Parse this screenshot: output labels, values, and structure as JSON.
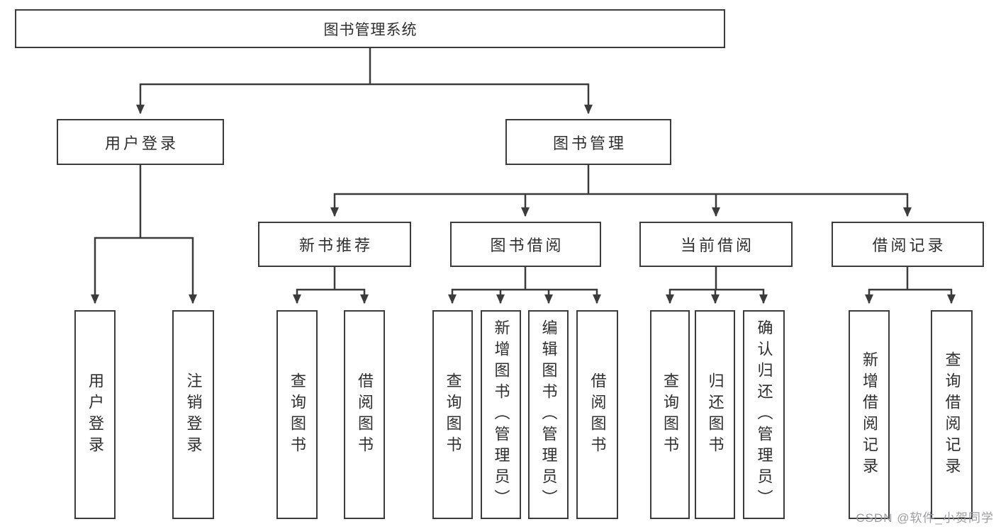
{
  "diagram": {
    "tree": {
      "root": {
        "label": "图书管理系统",
        "children": [
          {
            "label": "用户登录",
            "children": [
              {
                "label": "用户登录"
              },
              {
                "label": "注销登录"
              }
            ]
          },
          {
            "label": "图书管理",
            "children": [
              {
                "label": "新书推荐",
                "children": [
                  {
                    "label": "查询图书"
                  },
                  {
                    "label": "借阅图书"
                  }
                ]
              },
              {
                "label": "图书借阅",
                "children": [
                  {
                    "label": "查询图书"
                  },
                  {
                    "label": "新增图书（管理员）"
                  },
                  {
                    "label": "编辑图书（管理员）"
                  },
                  {
                    "label": "借阅图书"
                  }
                ]
              },
              {
                "label": "当前借阅",
                "children": [
                  {
                    "label": "查询图书"
                  },
                  {
                    "label": "归还图书"
                  },
                  {
                    "label": "确认归还（管理员）"
                  }
                ]
              },
              {
                "label": "借阅记录",
                "children": [
                  {
                    "label": "新增借阅记录"
                  },
                  {
                    "label": "查询借阅记录"
                  }
                ]
              }
            ]
          }
        ]
      }
    },
    "watermark": {
      "text": "CSDN @软件_小贺同学"
    },
    "colors": {
      "line": "#3b3b3b",
      "text": "#2f2f2f",
      "watermark": "#9b9ba1",
      "background": "#ffffff"
    }
  }
}
